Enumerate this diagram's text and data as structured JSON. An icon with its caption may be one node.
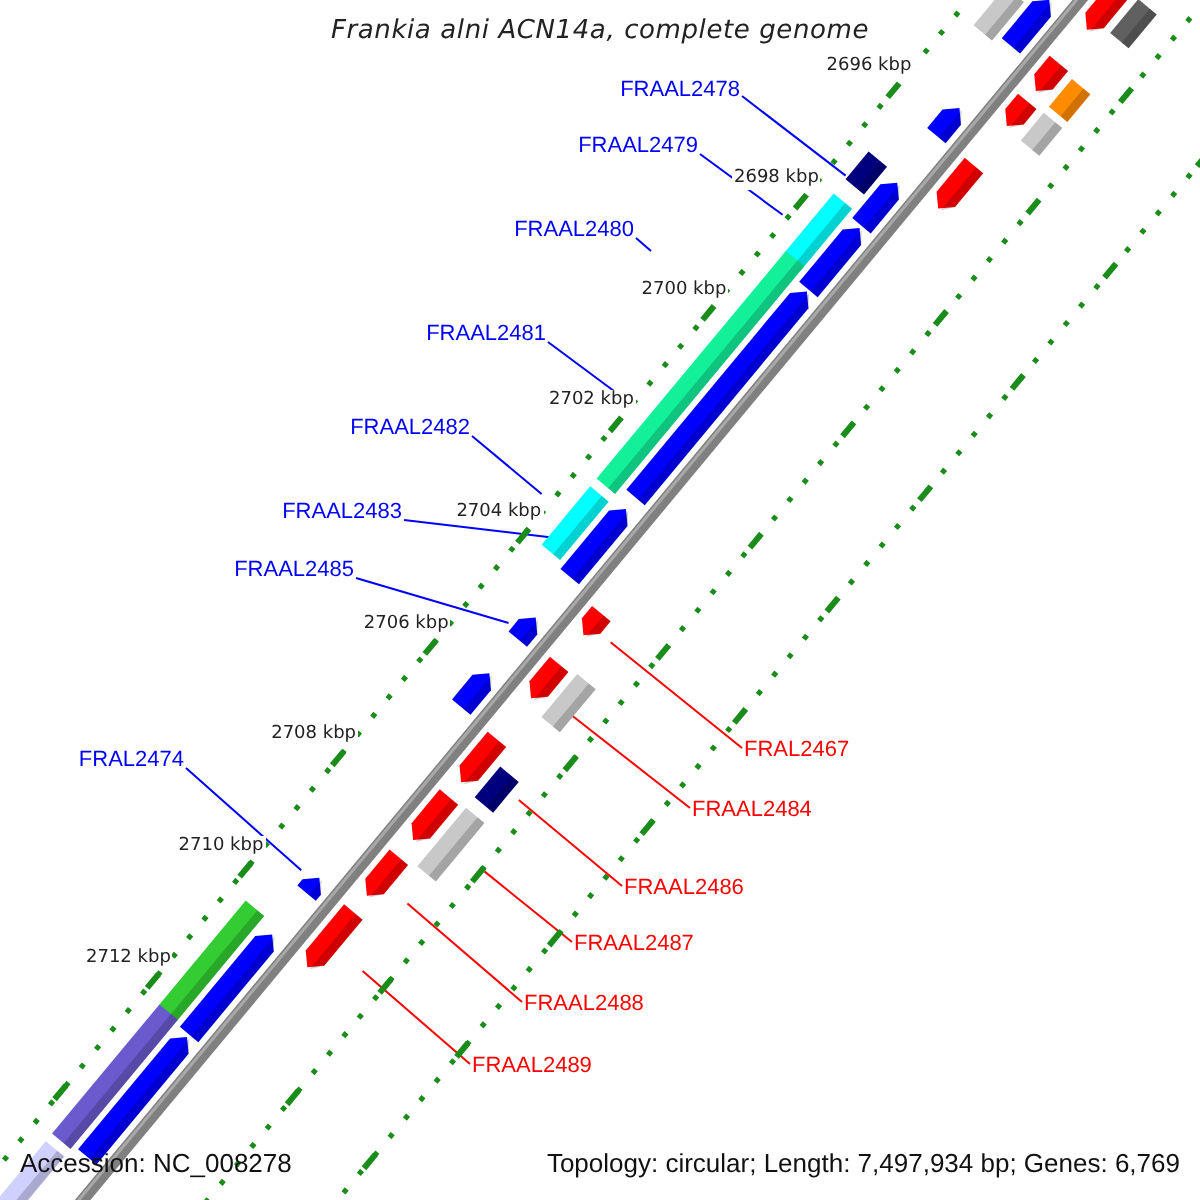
{
  "diagram": {
    "title": "Frankia alni ACN14a, complete genome",
    "nodes": [
      {
        "text": [
          "FRAAL2478"
        ]
      },
      {
        "text": [
          "FRAAL2479"
        ]
      },
      {
        "text": [
          "FRAAL2480"
        ]
      },
      {
        "text": [
          "FRAAL2481"
        ]
      },
      {
        "text": [
          "FRAAL2482"
        ]
      },
      {
        "text": [
          "FRAAL2483"
        ]
      },
      {
        "text": [
          "FRAAL2485"
        ]
      },
      {
        "text": [
          "FRAL2474"
        ]
      },
      {
        "text": [
          "FRAL2467"
        ]
      },
      {
        "text": [
          "FRAAL2484"
        ]
      },
      {
        "text": [
          "FRAAL2486"
        ]
      },
      {
        "text": [
          "FRAAL2487"
        ]
      },
      {
        "text": [
          "FRAAL2488"
        ]
      },
      {
        "text": [
          "FRAAL2489"
        ]
      },
      {
        "text": [],
        "shape": "box"
      },
      {
        "text": [],
        "shape": "box"
      },
      {
        "text": [],
        "shape": "box"
      },
      {
        "text": [],
        "shape": "box"
      },
      {
        "text": [],
        "shape": "box"
      },
      {
        "text": [],
        "shape": "box"
      },
      {
        "text": [],
        "shape": "box"
      },
      {
        "text": [],
        "shape": "box"
      },
      {
        "text": [],
        "shape": "box"
      },
      {
        "text": [],
        "shape": "box"
      },
      {
        "text": [],
        "shape": "box"
      },
      {
        "text": [],
        "shape": "box"
      },
      {
        "text": [],
        "shape": "box"
      },
      {
        "text": [],
        "shape": "box"
      },
      {
        "text": [],
        "shape": "box"
      },
      {
        "text": [],
        "shape": "box"
      },
      {
        "text": [],
        "shape": "box"
      },
      {
        "text": [],
        "shape": "box"
      },
      {
        "text": [],
        "shape": "box"
      },
      {
        "text": [],
        "shape": "box"
      },
      {
        "text": [],
        "shape": "box"
      },
      {
        "text": [],
        "shape": "box"
      },
      {
        "text": [],
        "shape": "box"
      },
      {
        "text": [],
        "shape": "box"
      },
      {
        "text": [],
        "shape": "box"
      },
      {
        "text": [],
        "shape": "box"
      },
      {
        "text": [],
        "shape": "box"
      },
      {
        "text": [],
        "shape": "box"
      },
      {
        "text": [],
        "shape": "box"
      },
      {
        "text": [],
        "shape": "box"
      },
      {
        "text": [],
        "shape": "box"
      },
      {
        "text": [],
        "shape": "box"
      },
      {
        "text": [],
        "shape": "box"
      },
      {
        "text": [],
        "shape": "box"
      },
      {
        "text": [],
        "shape": "box"
      }
    ],
    "edges": [
      {
        "from": 0,
        "to": 14,
        "arrow": "none"
      },
      {
        "from": 1,
        "to": 15,
        "arrow": "none"
      },
      {
        "from": 2,
        "to": 16,
        "arrow": "none"
      },
      {
        "from": 3,
        "to": 17,
        "arrow": "none"
      },
      {
        "from": 4,
        "to": 18,
        "arrow": "none"
      },
      {
        "from": 5,
        "to": 19,
        "arrow": "none"
      },
      {
        "from": 6,
        "to": 20,
        "arrow": "none"
      },
      {
        "from": 7,
        "to": 21,
        "arrow": "none"
      },
      {
        "from": 8,
        "to": 22,
        "arrow": "none",
        "color": "#ff0000"
      },
      {
        "from": 9,
        "to": 23,
        "arrow": "none",
        "color": "#ff0000"
      },
      {
        "from": 10,
        "to": 24,
        "arrow": "none",
        "color": "#ff0000"
      },
      {
        "from": 11,
        "to": 25,
        "arrow": "none",
        "color": "#ff0000"
      },
      {
        "from": 12,
        "to": 26,
        "arrow": "none",
        "color": "#ff0000"
      },
      {
        "from": 13,
        "to": 27,
        "arrow": "none",
        "color": "#ff0000"
      }
    ],
    "labels": [
      "2696 kbp",
      "2698 kbp",
      "2700 kbp",
      "2702 kbp",
      "2704 kbp",
      "2706 kbp",
      "2708 kbp",
      "2710 kbp",
      "2712 kbp",
      "Accession: NC_008278",
      "Topology: circular; Length: 7,497,934 bp; Genes: 6,769"
    ]
  }
}
